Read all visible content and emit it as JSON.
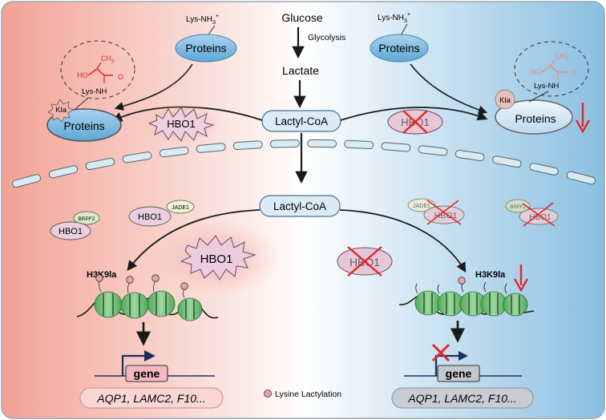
{
  "top": {
    "glucose": "Glucose",
    "glycolysis": "Glycolysis",
    "lactate": "Lactate",
    "lactyl_coa": "Lactyl-CoA"
  },
  "left_top": {
    "lys_nh3": "Lys-NH",
    "lys_nh3_sub": "3",
    "lys_nh3_sup": "+",
    "proteins": "Proteins",
    "ch3": "CH",
    "ch3_sub": "3",
    "ho": "HO",
    "o": "O",
    "lys_nh": "Lys-NH",
    "kla": "Kla",
    "proteins_modified": "Proteins",
    "hbo1": "HBO1"
  },
  "right_top": {
    "lys_nh3": "Lys-NH",
    "lys_nh3_sub": "3",
    "lys_nh3_sup": "+",
    "proteins": "Proteins",
    "hbo1": "HBO1",
    "ch3": "CH",
    "ch3_sub": "3",
    "ho": "HO",
    "o": "O",
    "lys_nh": "Lys-NH",
    "kla": "Kla",
    "proteins_modified": "Proteins"
  },
  "middle": {
    "lactyl_coa": "Lactyl-CoA",
    "brpf2": "BRPF2",
    "hbo1_a": "HBO1",
    "jade1": "JADE1",
    "hbo1_b": "HBO1",
    "jade1_r": "JADE1",
    "hbo1_r1": "HBO1",
    "brpf2_r": "BRPF2",
    "hbo1_r2": "HBO1"
  },
  "bottom_left": {
    "hbo1": "HBO1",
    "h3k9la": "H3K9la",
    "gene": "gene",
    "genes": "AQP1, LAMC2, F10..."
  },
  "bottom_right": {
    "hbo1": "HBO1",
    "h3k9la": "H3K9la",
    "gene": "gene",
    "genes": "AQP1, LAMC2, F10..."
  },
  "legend": {
    "lysine_lactylation": "Lysine Lactylation"
  },
  "colors": {
    "left_bg": "#f2a89b",
    "right_bg": "#8ec1e2",
    "protein_blue": "#7bb8e0",
    "hbo1_pink": "#e9c4d8",
    "nucleosome_green": "#6fbf73",
    "lactyl_red": "#e02828",
    "membrane": "#d6e8f0"
  }
}
